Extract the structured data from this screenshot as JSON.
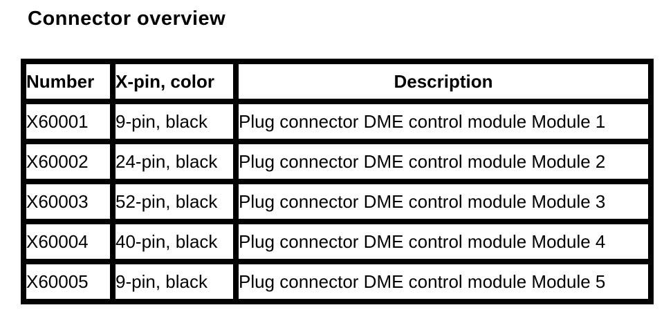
{
  "page": {
    "title": "Connector overview"
  },
  "colors": {
    "text": "#000000",
    "background": "#ffffff",
    "table_border": "#000000"
  },
  "table": {
    "columns": [
      "Number",
      "X-pin, color",
      "Description"
    ],
    "rows": [
      {
        "number": "X60001",
        "pin_color": "9-pin, black",
        "description": "Plug connector DME control module Module 1"
      },
      {
        "number": "X60002",
        "pin_color": "24-pin, black",
        "description": "Plug connector DME control module Module 2"
      },
      {
        "number": "X60003",
        "pin_color": "52-pin, black",
        "description": "Plug connector DME control module Module 3"
      },
      {
        "number": "X60004",
        "pin_color": "40-pin, black",
        "description": "Plug connector DME control module Module 4"
      },
      {
        "number": "X60005",
        "pin_color": "9-pin, black",
        "description": "Plug connector DME control module Module 5"
      }
    ]
  }
}
